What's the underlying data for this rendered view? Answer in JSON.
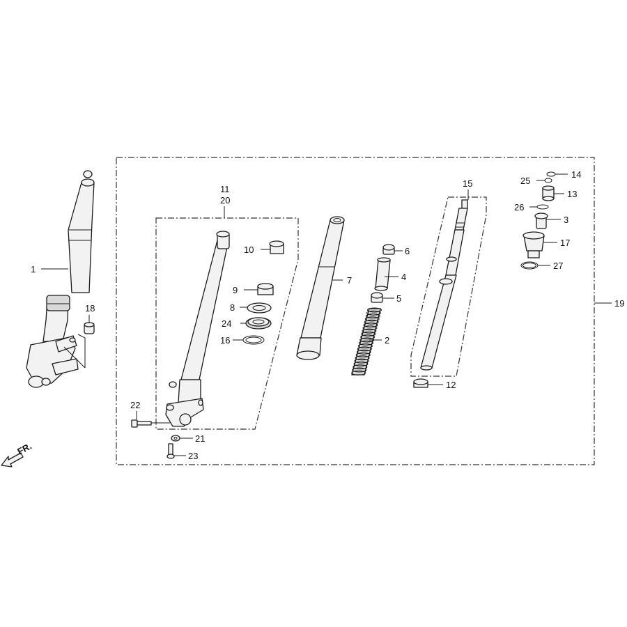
{
  "callouts": {
    "c1": "1",
    "c2": "2",
    "c3": "3",
    "c4": "4",
    "c5": "5",
    "c6": "6",
    "c7": "7",
    "c8": "8",
    "c9": "9",
    "c10": "10",
    "c11": "11",
    "c12": "12",
    "c13": "13",
    "c14": "14",
    "c15": "15",
    "c16": "16",
    "c17": "17",
    "c18": "18",
    "c19": "19",
    "c20": "20",
    "c21": "21",
    "c22": "22",
    "c23": "23",
    "c24": "24",
    "c25": "25",
    "c26": "26",
    "c27": "27"
  },
  "direction_label": "FR."
}
